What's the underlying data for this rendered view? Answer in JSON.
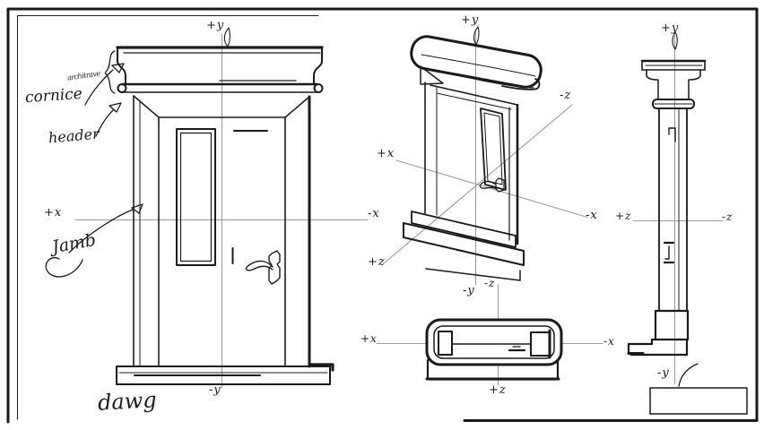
{
  "sheet": {
    "background": "#ffffff",
    "ink_color": "#1a1a1a",
    "pencil_color": "#9b9b9b"
  },
  "annotations": {
    "cornice_label": "cornice",
    "architrave_scribble": "architrave",
    "header_label": "header",
    "jamb_label": "Jamb",
    "signature": "dawg"
  },
  "views": {
    "front": {
      "axis_up": "+y",
      "axis_left": "+x",
      "axis_right": "-x",
      "axis_down": "-y"
    },
    "isometric": {
      "axis_up": "+y",
      "axis_left": "+x",
      "axis_right": "-x",
      "axis_upper_right": "-z",
      "axis_lower_left": "+z",
      "axis_down": "-y"
    },
    "plan": {
      "axis_up": "-z",
      "axis_down": "+z",
      "axis_left": "+x",
      "axis_right": "-x"
    },
    "side": {
      "axis_up": "+y",
      "axis_left": "+z",
      "axis_right": "-z",
      "axis_down": "-y"
    }
  }
}
